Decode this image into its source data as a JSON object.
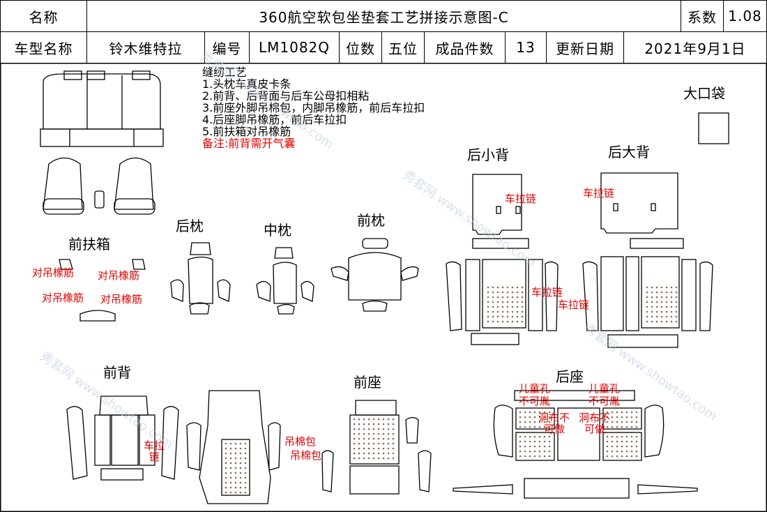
{
  "header": {
    "name_label": "名称",
    "title": "360航空软包坐垫套工艺拼接示意图-C",
    "coef_label": "系数",
    "coef_value": "1.08",
    "model_label": "车型名称",
    "model_value": "铃木维特拉",
    "code_label": "编号",
    "code_value": "LM1082Q",
    "seat_label": "位数",
    "seat_value": "五位",
    "pieces_label": "成品件数",
    "pieces_value": "13",
    "date_label": "更新日期",
    "date_value": "2021年9月1日"
  },
  "notes": {
    "title": "缝纫工艺",
    "items": [
      "1.头枕车真皮卡条",
      "2.前背、后背面与后车公母扣相粘",
      "3.前座外脚吊棉包，内脚吊橡筋，前后车拉扣",
      "4.后座脚吊橡筋，前后车拉扣",
      "5.前扶箱对吊橡筋"
    ],
    "remark": "备注:前背需开气囊"
  },
  "sections": {
    "bag": "大口袋",
    "rear_small_back": "后小背",
    "rear_big_back": "后大背",
    "armrest": "前扶箱",
    "rear_pillow": "后枕",
    "mid_pillow": "中枕",
    "front_pillow": "前枕",
    "front_back": "前背",
    "front_seat": "前座",
    "rear_seat": "后座"
  },
  "annotations": {
    "zipper": "车拉链",
    "zipper_a": "车拉",
    "zipper_b": "链",
    "elastic": "对吊橡筋",
    "cotton": "吊棉包",
    "child_hole": "儿童孔",
    "no_cut": "不可胤",
    "hole_no_1": "洞布不",
    "hole_no_2": "可做",
    "hole_no_3": "洞布不"
  },
  "watermark": "秀套网 www.showtao.com"
}
